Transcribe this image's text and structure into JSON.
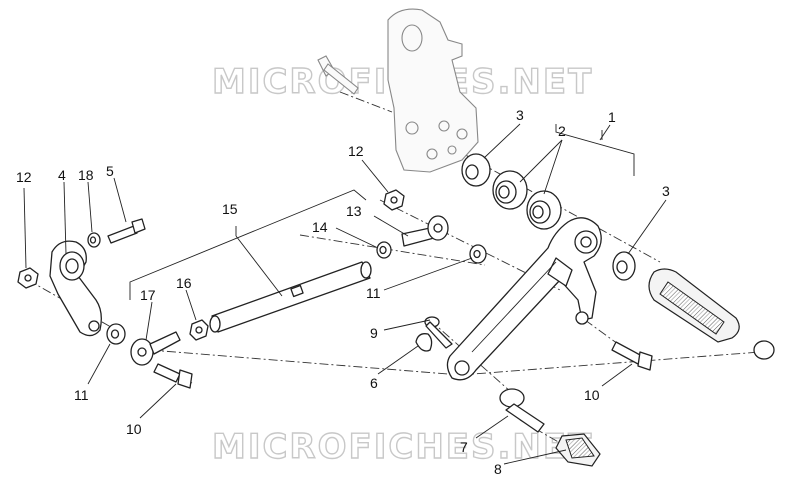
{
  "watermark": {
    "text": "MICROFICHES.NET"
  },
  "callouts": {
    "c1": "1",
    "c2": "2",
    "c3a": "3",
    "c3b": "3",
    "c4": "4",
    "c5": "5",
    "c6": "6",
    "c7": "7",
    "c8": "8",
    "c9": "9",
    "c10a": "10",
    "c10b": "10",
    "c11a": "11",
    "c11b": "11",
    "c12a": "12",
    "c12b": "12",
    "c13": "13",
    "c14": "14",
    "c15": "15",
    "c16": "16",
    "c17": "17",
    "c18": "18"
  }
}
